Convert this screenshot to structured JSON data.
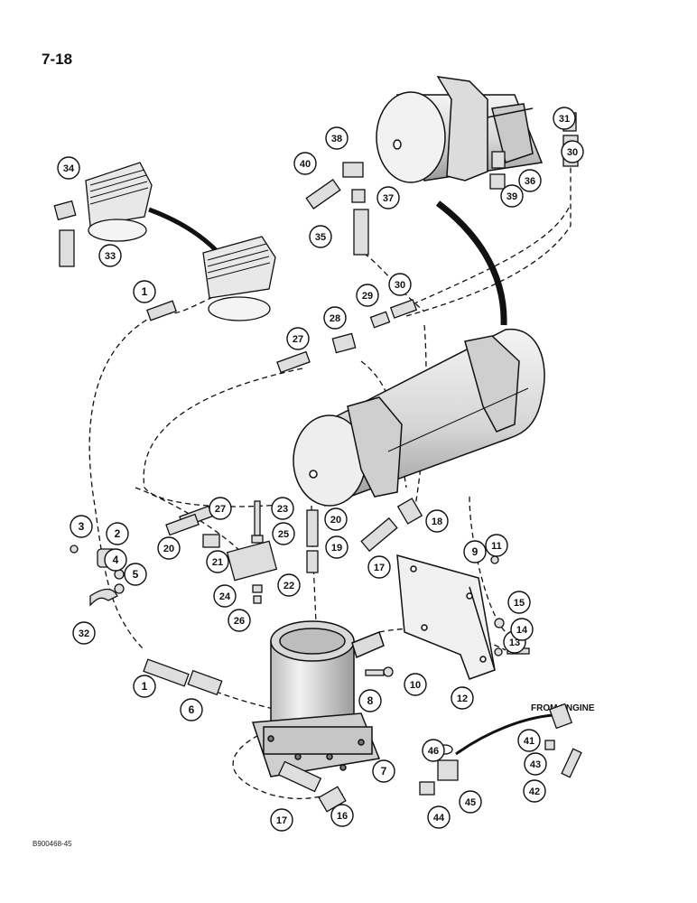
{
  "page_number": "7-18",
  "figure_code": "B900468-45",
  "from_engine_label": "FROM ENGINE",
  "callouts": [
    "1",
    "1",
    "2",
    "3",
    "4",
    "5",
    "6",
    "7",
    "8",
    "9",
    "10",
    "11",
    "12",
    "13",
    "14",
    "15",
    "16",
    "17",
    "17",
    "18",
    "19",
    "20",
    "20",
    "21",
    "22",
    "23",
    "24",
    "25",
    "26",
    "27",
    "27",
    "28",
    "29",
    "30",
    "30",
    "31",
    "32",
    "33",
    "34",
    "35",
    "36",
    "37",
    "38",
    "39",
    "40",
    "41",
    "42",
    "43",
    "44",
    "45",
    "46"
  ],
  "colors": {
    "line": "#111111",
    "part_fill": "#e6e6e6",
    "background": "#ffffff"
  }
}
